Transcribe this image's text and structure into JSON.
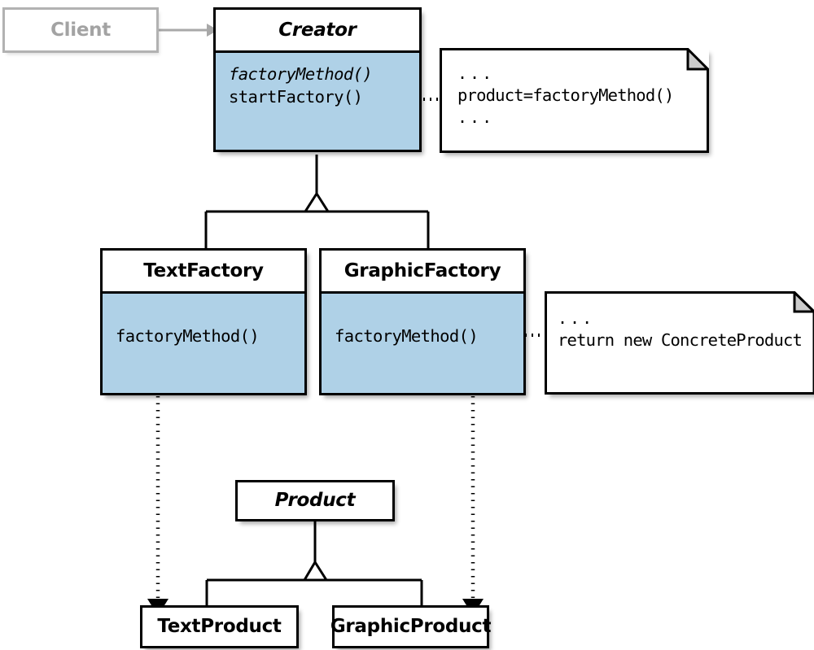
{
  "diagram": {
    "title": "Factory Method pattern class diagram",
    "colors": {
      "class_body_fill": "#afd1e7",
      "stroke": "#000000",
      "ghost_stroke": "#b2b2b2",
      "ghost_text": "#a3a3a3",
      "note_fold_fill": "#cccccc",
      "background": "#ffffff"
    }
  },
  "classes": {
    "client": {
      "name": "Client",
      "italic": false,
      "has_members": false
    },
    "creator": {
      "name": "Creator",
      "italic": true,
      "members": [
        {
          "text": "factoryMethod()",
          "italic": true
        },
        {
          "text": "startFactory()",
          "italic": false
        }
      ]
    },
    "text_factory": {
      "name": "TextFactory",
      "italic": false,
      "members": [
        {
          "text": "factoryMethod()",
          "italic": false
        }
      ]
    },
    "graphic_factory": {
      "name": "GraphicFactory",
      "italic": false,
      "members": [
        {
          "text": "factoryMethod()",
          "italic": false
        }
      ]
    },
    "product": {
      "name": "Product",
      "italic": true,
      "has_members": false
    },
    "text_product": {
      "name": "TextProduct",
      "italic": false,
      "has_members": false
    },
    "graphic_product": {
      "name": "GraphicProduct",
      "italic": false,
      "has_members": false
    }
  },
  "notes": {
    "creator_note": {
      "lines": [
        "...",
        "product=factoryMethod()",
        "..."
      ],
      "anchor": "creator.factoryMethod()"
    },
    "graphic_factory_note": {
      "lines": [
        "...",
        "return new ConcreteProduct"
      ],
      "anchor": "graphicFactory.factoryMethod()"
    }
  },
  "relationships": [
    {
      "kind": "association",
      "from": "Client",
      "to": "Creator",
      "style": "solid-arrow-gray"
    },
    {
      "kind": "generalization",
      "from": "TextFactory",
      "to": "Creator",
      "style": "hollow-triangle"
    },
    {
      "kind": "generalization",
      "from": "GraphicFactory",
      "to": "Creator",
      "style": "hollow-triangle"
    },
    {
      "kind": "generalization",
      "from": "TextProduct",
      "to": "Product",
      "style": "hollow-triangle"
    },
    {
      "kind": "generalization",
      "from": "GraphicProduct",
      "to": "Product",
      "style": "hollow-triangle"
    },
    {
      "kind": "dependency",
      "from": "TextFactory",
      "to": "TextProduct",
      "style": "dotted-arrow"
    },
    {
      "kind": "dependency",
      "from": "GraphicFactory",
      "to": "GraphicProduct",
      "style": "dotted-arrow"
    },
    {
      "kind": "note-link",
      "from": "Creator.factoryMethod()",
      "to": "creator_note",
      "style": "dotted-ball"
    },
    {
      "kind": "note-link",
      "from": "GraphicFactory.factoryMethod()",
      "to": "graphic_factory_note",
      "style": "dotted-ball"
    }
  ]
}
